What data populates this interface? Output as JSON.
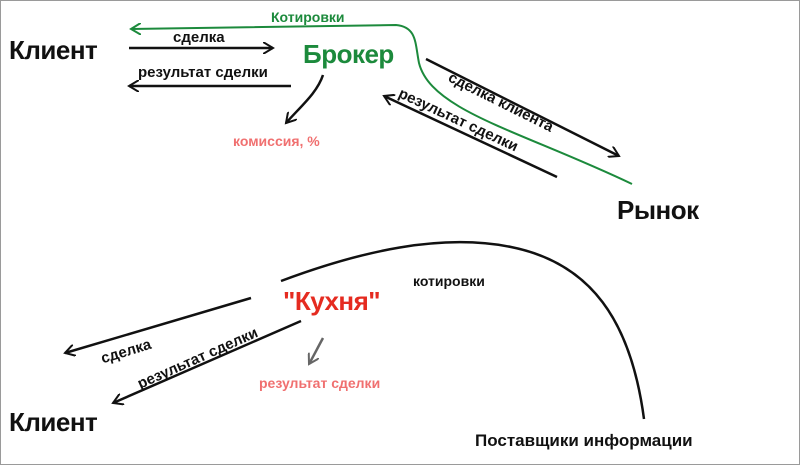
{
  "colors": {
    "ink": "#111111",
    "green": "#1c8a3c",
    "red": "#e52b20",
    "pink": "#f07070",
    "gray": "#666666"
  },
  "top": {
    "client": "Клиент",
    "broker": "Брокер",
    "market": "Рынок",
    "quotes": "Котировки",
    "deal": "сделка",
    "deal_result": "результат сделки",
    "commission": "комиссия, %",
    "client_deal": "сделка клиента",
    "market_result": "результат сделки"
  },
  "bottom": {
    "kitchen": "\"Кухня\"",
    "quotes": "котировки",
    "deal": "сделка",
    "deal_result": "результат сделки",
    "kitchen_result": "результат сделки",
    "client": "Клиент",
    "providers": "Поставщики информации"
  }
}
